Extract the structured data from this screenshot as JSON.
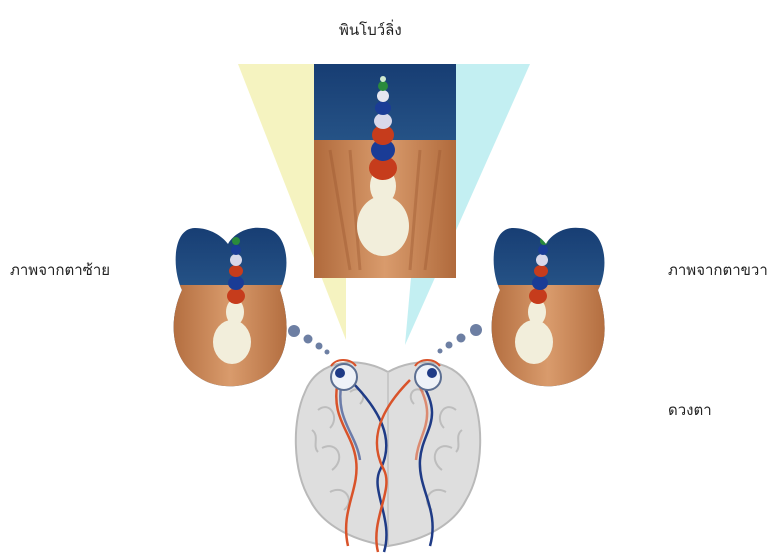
{
  "labels": {
    "title": "พินโบว์ลิ่ง",
    "left_view": "ภาพจากตาซ้าย",
    "right_view": "ภาพจากตาขวา",
    "eyes": "ดวงตา"
  },
  "colors": {
    "left_beam": "#f3f1b5",
    "right_beam": "#b8ecf0",
    "sky": "#1d4a86",
    "wood": "#c98658",
    "pin": "#f2eedb",
    "stripe_red": "#c63c1c",
    "stripe_blue": "#1a3c96",
    "nerve_red": "#d9532a",
    "nerve_blue": "#1f3b86",
    "brain": "#dedede"
  },
  "icons": [
    "bowling-pin-icon",
    "brain-icon",
    "eye-icon"
  ]
}
